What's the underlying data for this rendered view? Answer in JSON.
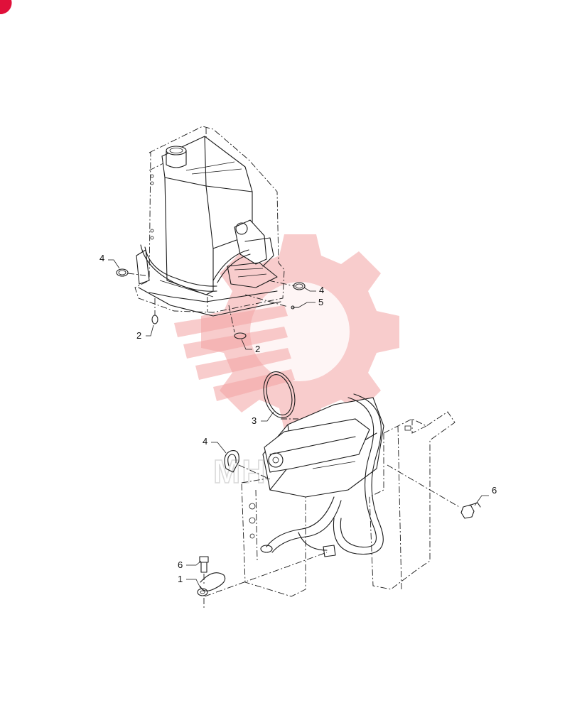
{
  "callouts": [
    {
      "id": "c1",
      "label": "1"
    },
    {
      "id": "c2a",
      "label": "2"
    },
    {
      "id": "c2b",
      "label": "2"
    },
    {
      "id": "c3",
      "label": "3"
    },
    {
      "id": "c4a",
      "label": "4"
    },
    {
      "id": "c4b",
      "label": "4"
    },
    {
      "id": "c4c",
      "label": "4"
    },
    {
      "id": "c5",
      "label": "5"
    },
    {
      "id": "c6a",
      "label": "6"
    },
    {
      "id": "c6b",
      "label": "6"
    }
  ],
  "watermark": {
    "text": "MHH"
  },
  "colors": {
    "line": "#1a1a1a",
    "watermark": "#f2a3a3",
    "corner_mark": "#e0103a"
  }
}
